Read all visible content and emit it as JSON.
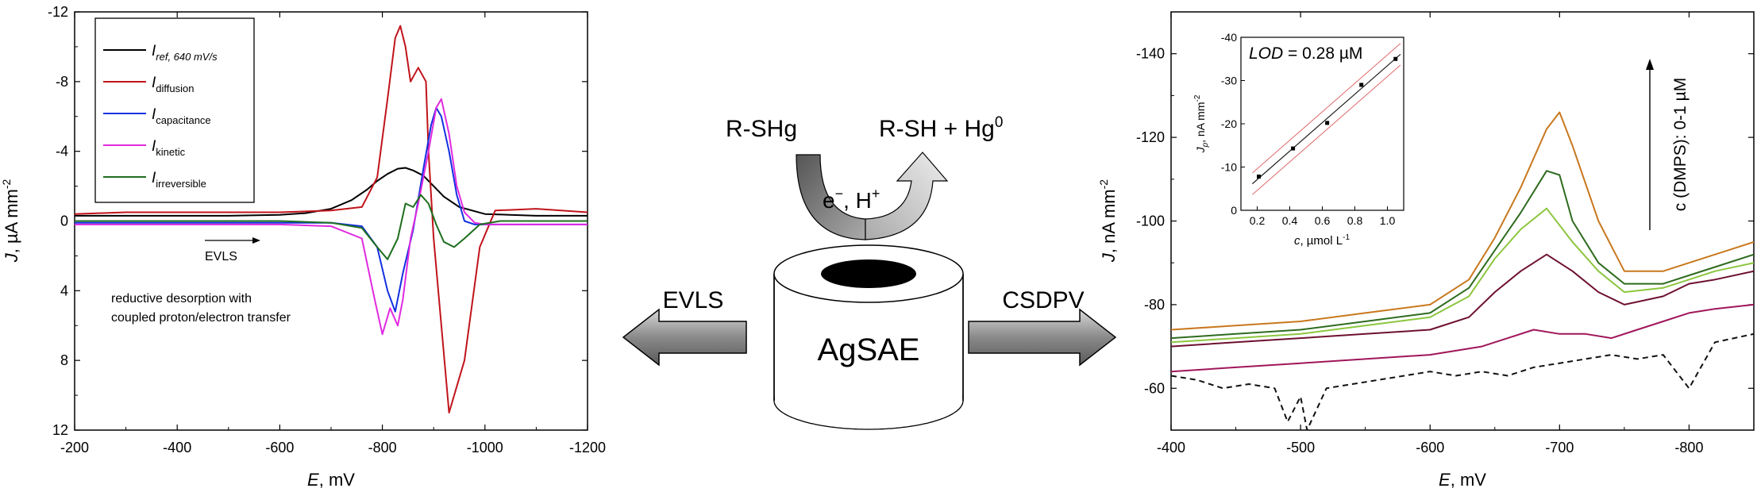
{
  "chart_data": [
    {
      "type": "line",
      "xlabel_var": "E",
      "xlabel_unit": ", mV",
      "ylabel_var": "J",
      "ylabel_unit": ", µA mm",
      "ylabel_sup": "-2",
      "xlim": [
        -200,
        -1200
      ],
      "ylim": [
        -12,
        12
      ],
      "y_inverted": true,
      "x_ticks": [
        -200,
        -400,
        -600,
        -800,
        -1000,
        -1200
      ],
      "y_ticks": [
        -12,
        -8,
        -4,
        0,
        4,
        8,
        12
      ],
      "legend_position": "top-left",
      "legend": [
        {
          "symbol": "I",
          "subscript": "ref, 640 mV/s",
          "color": "#000000"
        },
        {
          "symbol": "I",
          "subscript": "diffusion",
          "color": "#c0141b"
        },
        {
          "symbol": "I",
          "subscript": "capacitance",
          "color": "#1330e0"
        },
        {
          "symbol": "I",
          "subscript": "kinetic",
          "color": "#e02ae0"
        },
        {
          "symbol": "I",
          "subscript": "irreversible",
          "color": "#1e6e1e"
        }
      ],
      "sweep_label": "EVLS",
      "annotation_line1": "reductive desorption with",
      "annotation_line2": "coupled proton/electron transfer",
      "series": [
        {
          "key": "ref",
          "color": "#000000",
          "x": [
            -200,
            -300,
            -400,
            -500,
            -600,
            -650,
            -700,
            -740,
            -770,
            -790,
            -810,
            -830,
            -845,
            -860,
            -880,
            -900,
            -920,
            -950,
            -1000,
            -1100,
            -1200
          ],
          "y": [
            -0.3,
            -0.3,
            -0.3,
            -0.3,
            -0.35,
            -0.45,
            -0.7,
            -1.2,
            -1.8,
            -2.3,
            -2.7,
            -3.0,
            -3.05,
            -2.9,
            -2.6,
            -2.0,
            -1.4,
            -0.8,
            -0.4,
            -0.3,
            -0.3
          ]
        },
        {
          "key": "diffusion",
          "color": "#c0141b",
          "x": [
            -200,
            -300,
            -400,
            -500,
            -600,
            -700,
            -760,
            -790,
            -810,
            -825,
            -835,
            -845,
            -855,
            -870,
            -885,
            -890,
            -900,
            -915,
            -930,
            -960,
            -990,
            -1020,
            -1100,
            -1200
          ],
          "y": [
            -0.4,
            -0.5,
            -0.5,
            -0.5,
            -0.5,
            -0.6,
            -0.8,
            -2.5,
            -7.0,
            -10.5,
            -11.2,
            -10.0,
            -8.0,
            -8.8,
            -8.0,
            -4.0,
            1.0,
            6.0,
            11.0,
            8.0,
            1.5,
            -0.6,
            -0.7,
            -0.5
          ]
        },
        {
          "key": "capacitance",
          "color": "#1330e0",
          "x": [
            -200,
            -400,
            -600,
            -700,
            -760,
            -790,
            -810,
            -825,
            -840,
            -860,
            -880,
            -895,
            -905,
            -915,
            -930,
            -945,
            -960,
            -980,
            -1000,
            -1100,
            -1200
          ],
          "y": [
            0.1,
            0.1,
            0.1,
            0.1,
            0.3,
            1.5,
            4.0,
            5.2,
            3.0,
            0.5,
            -3.0,
            -5.5,
            -6.5,
            -6.0,
            -4.0,
            -1.5,
            0.0,
            0.2,
            0.2,
            0.2,
            0.2
          ]
        },
        {
          "key": "kinetic",
          "color": "#e02ae0",
          "x": [
            -200,
            -400,
            -600,
            -700,
            -760,
            -785,
            -800,
            -815,
            -830,
            -840,
            -855,
            -870,
            -890,
            -905,
            -915,
            -930,
            -945,
            -960,
            -980,
            -1000,
            -1100,
            -1200
          ],
          "y": [
            0.2,
            0.2,
            0.2,
            0.3,
            1.0,
            4.5,
            6.5,
            5.0,
            6.0,
            4.5,
            1.0,
            -1.0,
            -4.0,
            -6.5,
            -7.0,
            -5.0,
            -2.0,
            -0.5,
            0.1,
            0.2,
            0.2,
            0.2
          ]
        },
        {
          "key": "irreversible",
          "color": "#1e6e1e",
          "x": [
            -200,
            -400,
            -600,
            -700,
            -760,
            -790,
            -810,
            -830,
            -845,
            -860,
            -875,
            -890,
            -905,
            -920,
            -940,
            -960,
            -990,
            -1030,
            -1100,
            -1200
          ],
          "y": [
            0.0,
            0.0,
            0.0,
            0.1,
            0.4,
            1.5,
            2.2,
            1.0,
            -1.0,
            -0.8,
            -1.5,
            -1.0,
            0.2,
            1.2,
            1.5,
            1.0,
            0.2,
            0.0,
            0.0,
            0.0
          ]
        }
      ]
    },
    {
      "type": "line",
      "xlabel_var": "E",
      "xlabel_unit": ", mV",
      "ylabel_var": "J",
      "ylabel_unit": ", nA mm",
      "ylabel_sup": "-2",
      "xlim": [
        -400,
        -850
      ],
      "ylim": [
        -50,
        -150
      ],
      "x_ticks": [
        -400,
        -500,
        -600,
        -700,
        -800
      ],
      "y_ticks": [
        -60,
        -80,
        -100,
        -120,
        -140
      ],
      "arrow_label": "c (DMPS): 0-1 µM",
      "series": [
        {
          "key": "blank",
          "color": "#111111",
          "dashed": true,
          "x": [
            -400,
            -420,
            -440,
            -460,
            -480,
            -490,
            -500,
            -505,
            -520,
            -540,
            -560,
            -580,
            -600,
            -620,
            -640,
            -660,
            -680,
            -700,
            -720,
            -740,
            -760,
            -780,
            -800,
            -820,
            -850
          ],
          "y": [
            -63,
            -62,
            -60,
            -61,
            -60,
            -52,
            -58,
            -50,
            -60,
            -61,
            -62,
            -63,
            -64,
            -63,
            -64,
            -63,
            -65,
            -66,
            -67,
            -68,
            -67,
            -68,
            -60,
            -71,
            -73
          ]
        },
        {
          "key": "c1",
          "color": "#a0165a",
          "x": [
            -400,
            -450,
            -500,
            -550,
            -600,
            -640,
            -660,
            -680,
            -700,
            -720,
            -740,
            -760,
            -780,
            -800,
            -820,
            -850
          ],
          "y": [
            -64,
            -65,
            -66,
            -67,
            -68,
            -70,
            -72,
            -74,
            -73,
            -73,
            -72,
            -74,
            -76,
            -78,
            -79,
            -80
          ]
        },
        {
          "key": "c2",
          "color": "#6e1030",
          "x": [
            -400,
            -450,
            -500,
            -550,
            -600,
            -630,
            -650,
            -670,
            -690,
            -710,
            -730,
            -750,
            -780,
            -800,
            -820,
            -850
          ],
          "y": [
            -70,
            -71,
            -72,
            -73,
            -74,
            -77,
            -83,
            -88,
            -92,
            -88,
            -83,
            -80,
            -82,
            -85,
            -86,
            -88
          ]
        },
        {
          "key": "c3",
          "color": "#8cc63f",
          "x": [
            -400,
            -450,
            -500,
            -550,
            -600,
            -630,
            -650,
            -670,
            -690,
            -710,
            -730,
            -750,
            -780,
            -800,
            -820,
            -850
          ],
          "y": [
            -71,
            -72,
            -73,
            -75,
            -77,
            -82,
            -91,
            -98,
            -103,
            -95,
            -88,
            -83,
            -84,
            -86,
            -88,
            -90
          ]
        },
        {
          "key": "c4",
          "color": "#2e6b1f",
          "x": [
            -400,
            -450,
            -500,
            -550,
            -600,
            -630,
            -650,
            -670,
            -690,
            -700,
            -710,
            -730,
            -750,
            -780,
            -800,
            -820,
            -850
          ],
          "y": [
            -72,
            -73,
            -74,
            -76,
            -78,
            -84,
            -93,
            -102,
            -112,
            -111,
            -100,
            -90,
            -85,
            -85,
            -87,
            -89,
            -92
          ]
        },
        {
          "key": "c5",
          "color": "#c8781e",
          "x": [
            -400,
            -450,
            -500,
            -550,
            -600,
            -630,
            -650,
            -670,
            -690,
            -700,
            -710,
            -730,
            -750,
            -780,
            -800,
            -820,
            -850
          ],
          "y": [
            -74,
            -75,
            -76,
            -78,
            -80,
            -86,
            -96,
            -108,
            -122,
            -126,
            -118,
            -100,
            -88,
            -88,
            -90,
            -92,
            -95
          ]
        }
      ],
      "inset": {
        "type": "scatter",
        "label_lod_var": "LOD",
        "label_lod_value": " = 0.28 µM",
        "xlabel_var": "c",
        "xlabel_unit": ", µmol L",
        "xlabel_sup": "-1",
        "ylabel_var": "J",
        "ylabel_sub": "p",
        "ylabel_unit": ", nA mm",
        "ylabel_sup": "-2",
        "xlim": [
          0.1,
          1.1
        ],
        "ylim": [
          0,
          -40
        ],
        "x_ticks": [
          0.2,
          0.4,
          0.6,
          0.8,
          1.0
        ],
        "y_ticks": [
          0,
          -10,
          -20,
          -30,
          -40
        ],
        "points_x": [
          0.21,
          0.42,
          0.63,
          0.84,
          1.05
        ],
        "points_y": [
          -7.8,
          -14.3,
          -20.2,
          -29.0,
          -35.0
        ]
      }
    }
  ],
  "scheme": {
    "reactant": "R-SHg",
    "product_main": "R-SH + Hg",
    "product_sup": "0",
    "reagent_main": "e",
    "reagent_sup1": "−",
    "reagent_mid": ", H",
    "reagent_sup2": "+",
    "electrode_label": "AgSAE",
    "left_method": "EVLS",
    "right_method": "CSDPV"
  }
}
